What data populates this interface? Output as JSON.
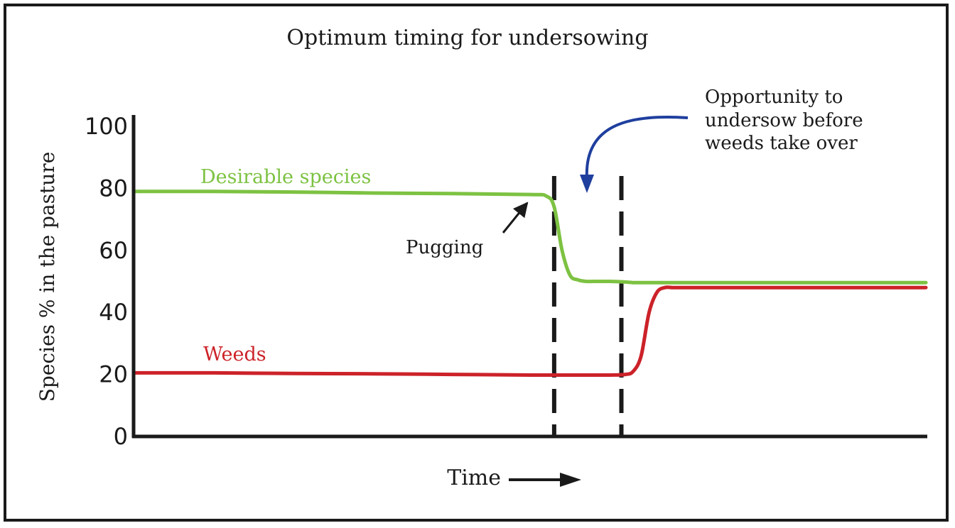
{
  "chart_data": {
    "type": "line",
    "title": "Optimum timing for undersowing",
    "xlabel": "Time",
    "ylabel": "Species % in the pasture",
    "ylim": [
      0,
      100
    ],
    "yticks": [
      "0",
      "20",
      "40",
      "60",
      "80",
      "100"
    ],
    "x_tick_labels": false,
    "x": [
      0,
      10,
      20,
      30,
      40,
      50,
      52,
      53,
      54,
      55,
      56,
      57,
      58,
      60,
      62,
      63,
      64,
      65,
      66,
      67,
      68,
      69,
      70,
      80,
      90,
      100
    ],
    "series": [
      {
        "name": "Desirable species",
        "color": "#7dc242",
        "values": [
          79,
          79,
          78.8,
          78.5,
          78.3,
          78,
          77.5,
          74,
          60,
          52,
          50.5,
          50,
          50,
          50,
          49.8,
          49.6,
          49.6,
          49.6,
          49.6,
          49.6,
          49.6,
          49.6,
          49.6,
          49.6,
          49.6,
          49.6
        ]
      },
      {
        "name": "Weeds",
        "color": "#cc2229",
        "values": [
          20.5,
          20.5,
          20.3,
          20.2,
          20.0,
          19.8,
          19.8,
          19.8,
          19.8,
          19.8,
          19.8,
          19.8,
          19.8,
          19.8,
          20,
          21,
          26,
          40,
          46.5,
          48,
          48,
          48,
          48,
          48,
          48,
          48
        ]
      }
    ],
    "vertical_markers": [
      53,
      61.5
    ],
    "annotations": {
      "pugging": "Pugging",
      "opportunity_line1": "Opportunity to",
      "opportunity_line2": "undersow before",
      "opportunity_line3": "weeds take over"
    },
    "grid": false,
    "legend": "inline labels",
    "colors": {
      "axis": "#1a1a1a",
      "desirable": "#7dc242",
      "weeds": "#cc2229",
      "opportunity_arrow": "#1f3f9e"
    }
  }
}
